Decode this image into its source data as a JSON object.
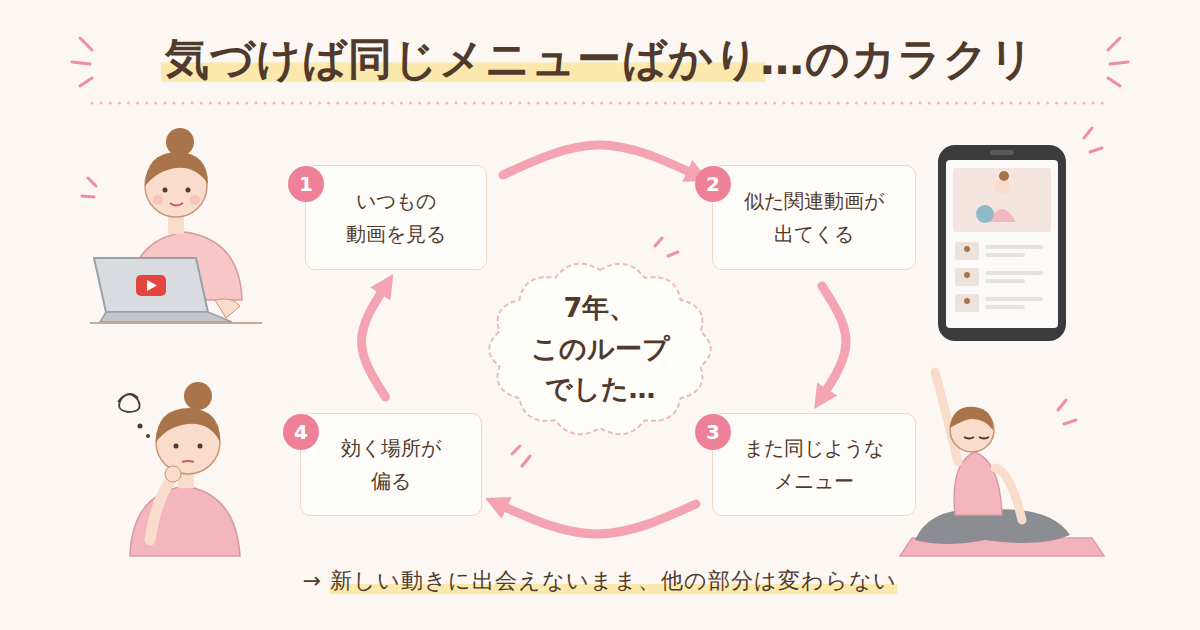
{
  "diagram": {
    "title": "気づけば同じメニューばかり…のカラクリ",
    "caption": "→ 新しい動きに出会えないまま、他の部分は変わらない",
    "nodes": [
      {
        "text": [
          "1",
          "いつもの 動画を見る"
        ]
      },
      {
        "text": [
          "2",
          "似た関連動画が 出てくる"
        ]
      },
      {
        "text": [
          "3",
          "また同じような メニュー"
        ]
      },
      {
        "text": [
          "4",
          "効く場所が 偏る"
        ]
      },
      {
        "text": [
          "7年、 このループ でした…"
        ]
      }
    ],
    "edges": [
      {
        "from": 0,
        "to": 1,
        "arrow": "to"
      },
      {
        "from": 1,
        "to": 2,
        "arrow": "to"
      },
      {
        "from": 2,
        "to": 3,
        "arrow": "to"
      },
      {
        "from": 3,
        "to": 0,
        "arrow": "to"
      }
    ]
  }
}
